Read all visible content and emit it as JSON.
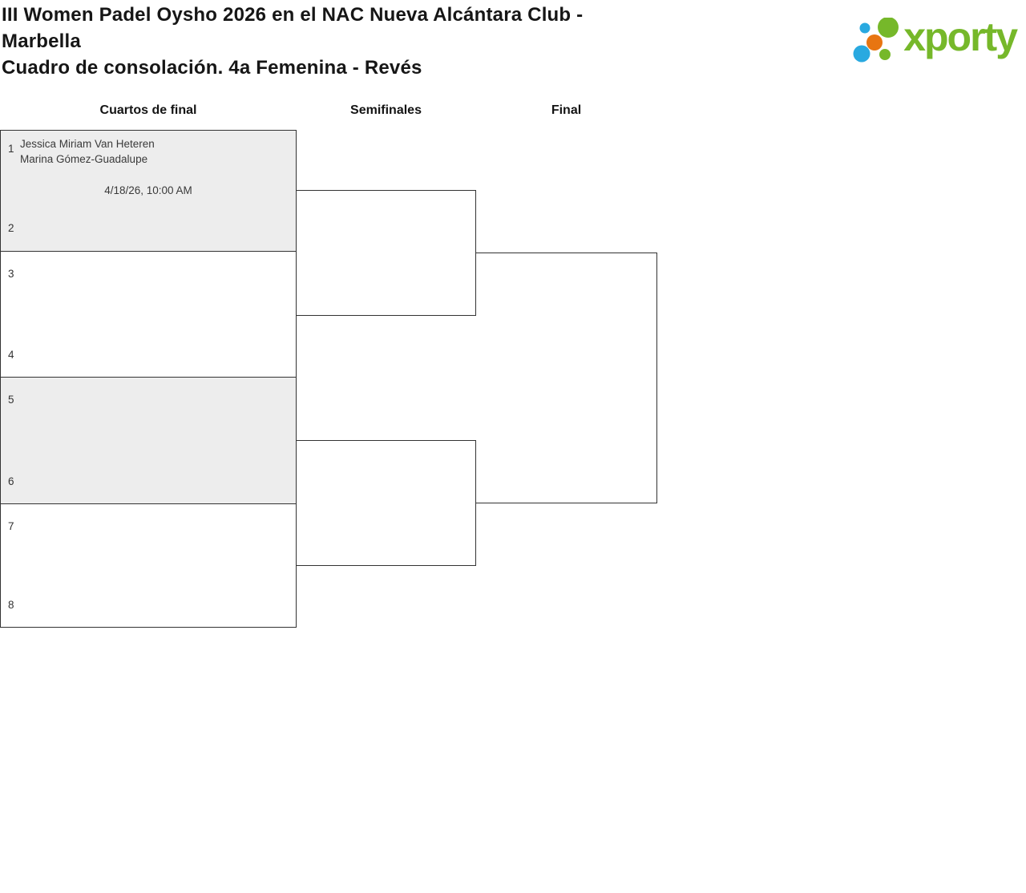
{
  "header": {
    "title": "III Women Padel Oysho 2026 en el NAC Nueva Alcántara Club - Marbella",
    "subtitle": "Cuadro de consolación. 4a Femenina - Revés"
  },
  "logo": {
    "wordmark": "xporty",
    "colors": {
      "green": "#76b82a",
      "blue": "#29a9e0",
      "orange": "#e87511"
    }
  },
  "bracket": {
    "round_labels": [
      "Cuartos de final",
      "Semifinales",
      "Final"
    ],
    "quarterfinals": [
      {
        "seed_top": "1",
        "seed_bottom": "2",
        "team_top": [
          "Jessica Miriam Van Heteren",
          "Marina Gómez-Guadalupe"
        ],
        "scheduled": "4/18/26, 10:00 AM"
      },
      {
        "seed_top": "3",
        "seed_bottom": "4"
      },
      {
        "seed_top": "5",
        "seed_bottom": "6"
      },
      {
        "seed_top": "7",
        "seed_bottom": "8"
      }
    ]
  }
}
